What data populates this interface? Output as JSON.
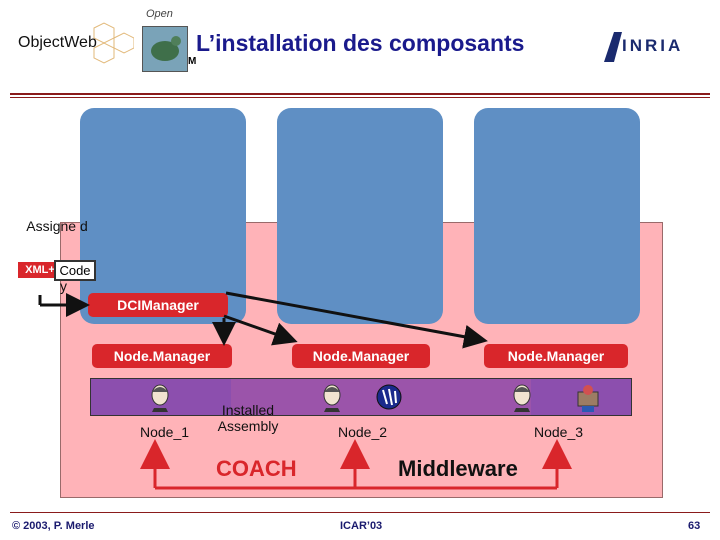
{
  "header": {
    "left_logo_text": "ObjectWeb",
    "open_logo_text": "Open",
    "title": "L’installation des composants",
    "right_logo_text": "INRIA"
  },
  "left_note": {
    "assigned": "Assigne d",
    "xml_label": "XML+",
    "code_label": "Code",
    "suffix": "y"
  },
  "dci_manager": "DCIManager",
  "node_managers": [
    "Node.Manager",
    "Node.Manager",
    "Node.Manager"
  ],
  "nodes": [
    "Node_1",
    "Node_2",
    "Node_3"
  ],
  "installed_assembly": "Installed Assembly",
  "bottom": {
    "coach": "COACH",
    "middleware": "Middleware"
  },
  "footer": {
    "copyright": "© 2003, P. Merle",
    "conference": "ICAR’03",
    "page": "63"
  },
  "colors": {
    "title": "#1a1a8c",
    "pink_area": "#ffb3b8",
    "columns": "#5f8fc4",
    "pills": "#d9262b",
    "band": "#8c4fae",
    "coach": "#d9262b",
    "bar_lines": "#8a1b1b"
  }
}
